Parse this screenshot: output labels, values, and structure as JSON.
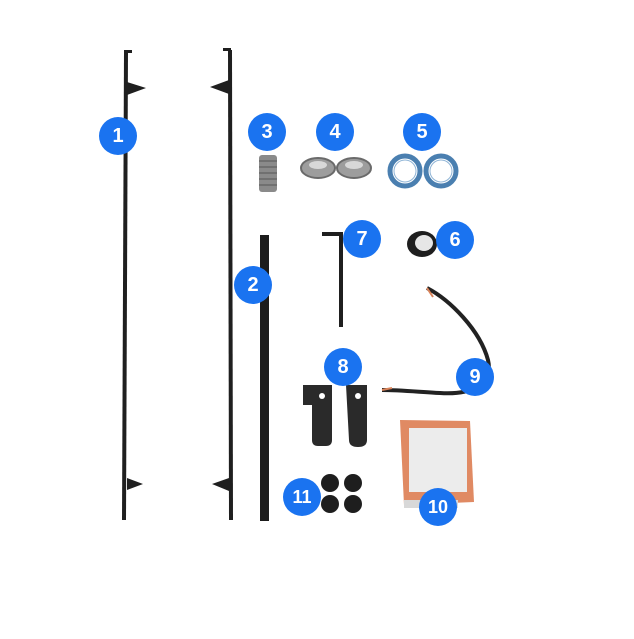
{
  "badges": [
    "1",
    "2",
    "3",
    "4",
    "5",
    "6",
    "7",
    "8",
    "9",
    "10",
    "11"
  ],
  "colors": {
    "badge": "#1a73f0",
    "metal_dark": "#1f1f1f",
    "silver": "#a9a9a9",
    "o_ring_blue": "#4a7fb0",
    "copper": "#d9835a"
  },
  "icons": {
    "part1": "rod-icon",
    "part2": "flat-bar-icon",
    "part3": "threaded-spacer-icon",
    "part4": "nut-icon",
    "part5": "o-ring-icon",
    "part6": "rubber-grommet-icon",
    "part7": "allen-key-icon",
    "part8": "bracket-icon",
    "part9": "cable-icon",
    "part10": "sticker-pad-icon",
    "part11": "button-foot-icon"
  }
}
